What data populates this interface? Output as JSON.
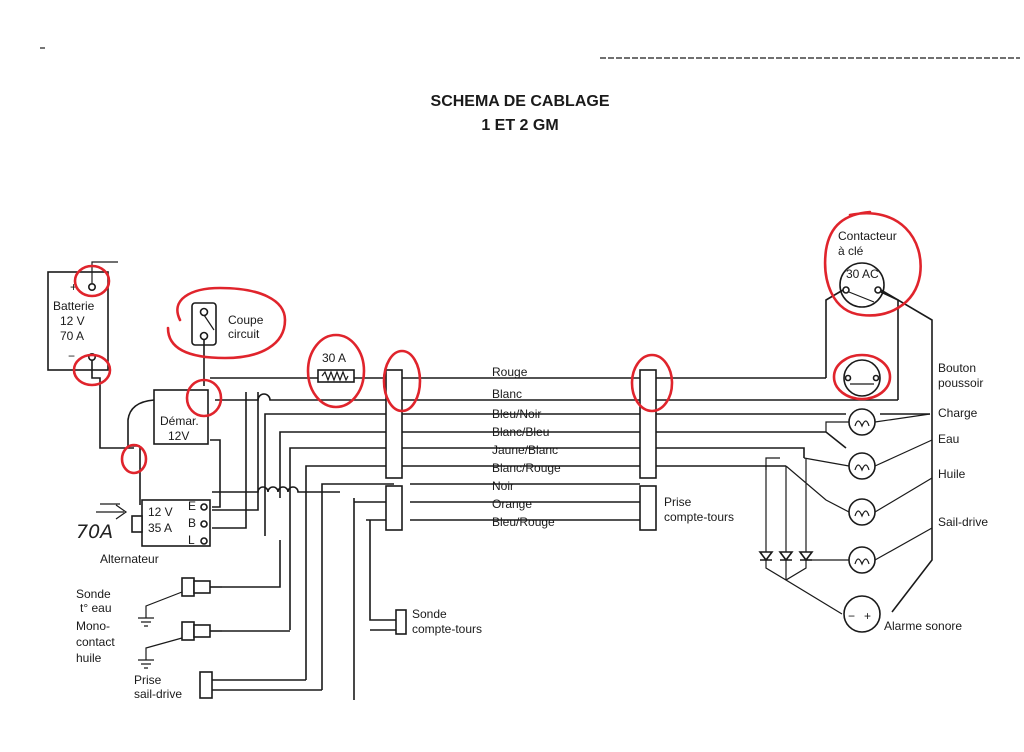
{
  "title": {
    "line1": "SCHEMA DE CABLAGE",
    "line2": "1 ET 2 GM"
  },
  "components": {
    "battery": {
      "label": "Batterie",
      "voltage": "12 V",
      "amperage": "70 A",
      "plus": "+",
      "minus": "−"
    },
    "cutoff": {
      "line1": "Coupe",
      "line2": "circuit"
    },
    "starter": {
      "line1": "Démar.",
      "line2": "12V"
    },
    "fuse": {
      "label": "30 A"
    },
    "alternator": {
      "voltage": "12 V",
      "amperage": "35 A",
      "term_e": "E",
      "term_b": "B",
      "term_l": "L",
      "label": "Alternateur"
    },
    "key_switch": {
      "line1": "Contacteur",
      "line2": "à clé",
      "rating": "30 AC"
    },
    "push_button": {
      "line1": "Bouton",
      "line2": "poussoir"
    },
    "lamps": [
      "Charge",
      "Eau",
      "Huile",
      "Sail-drive"
    ],
    "buzzer": {
      "label": "Alarme sonore",
      "minus": "−",
      "plus": "+"
    },
    "rev_counter_plug": {
      "line1": "Prise",
      "line2": "compte-tours"
    },
    "rev_counter_sensor": {
      "line1": "Sonde",
      "line2": "compte-tours"
    },
    "water_sensor": {
      "line1": "Sonde",
      "line2": "t° eau"
    },
    "oil_switch": {
      "line1": "Mono-",
      "line2": "contact",
      "line3": "huile"
    },
    "saildrive_plug": {
      "line1": "Prise",
      "line2": "sail-drive"
    }
  },
  "wires": [
    "Rouge",
    "Blanc",
    "Bleu/Noir",
    "Blanc/Bleu",
    "Jaune/Blanc",
    "Blanc/Rouge",
    "Noir",
    "Orange",
    "Bleu/Rouge"
  ],
  "handwritten_note": "70A",
  "annotation_color": "#e0242c"
}
